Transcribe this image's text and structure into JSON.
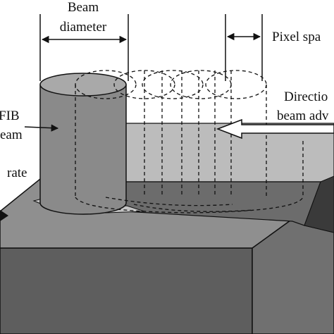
{
  "labels": {
    "beam_diameter_line1": "Beam",
    "beam_diameter_line2": "diameter",
    "pixel_spacing": "Pixel spa",
    "fib_line1": "FIB",
    "fib_line2": "eam",
    "direction_line1": "Directio",
    "direction_line2": "beam adv",
    "substrate": "rate"
  },
  "colors": {
    "substrate_top": "#8f8f8f",
    "substrate_front": "#5e5e5e",
    "substrate_side": "#707070",
    "trench_floor": "#6c6c6c",
    "trench_wall": "#bcbcbc",
    "cylinder_body": "#8a8a8a",
    "cylinder_top": "#a9a9a9",
    "line": "#111111"
  }
}
